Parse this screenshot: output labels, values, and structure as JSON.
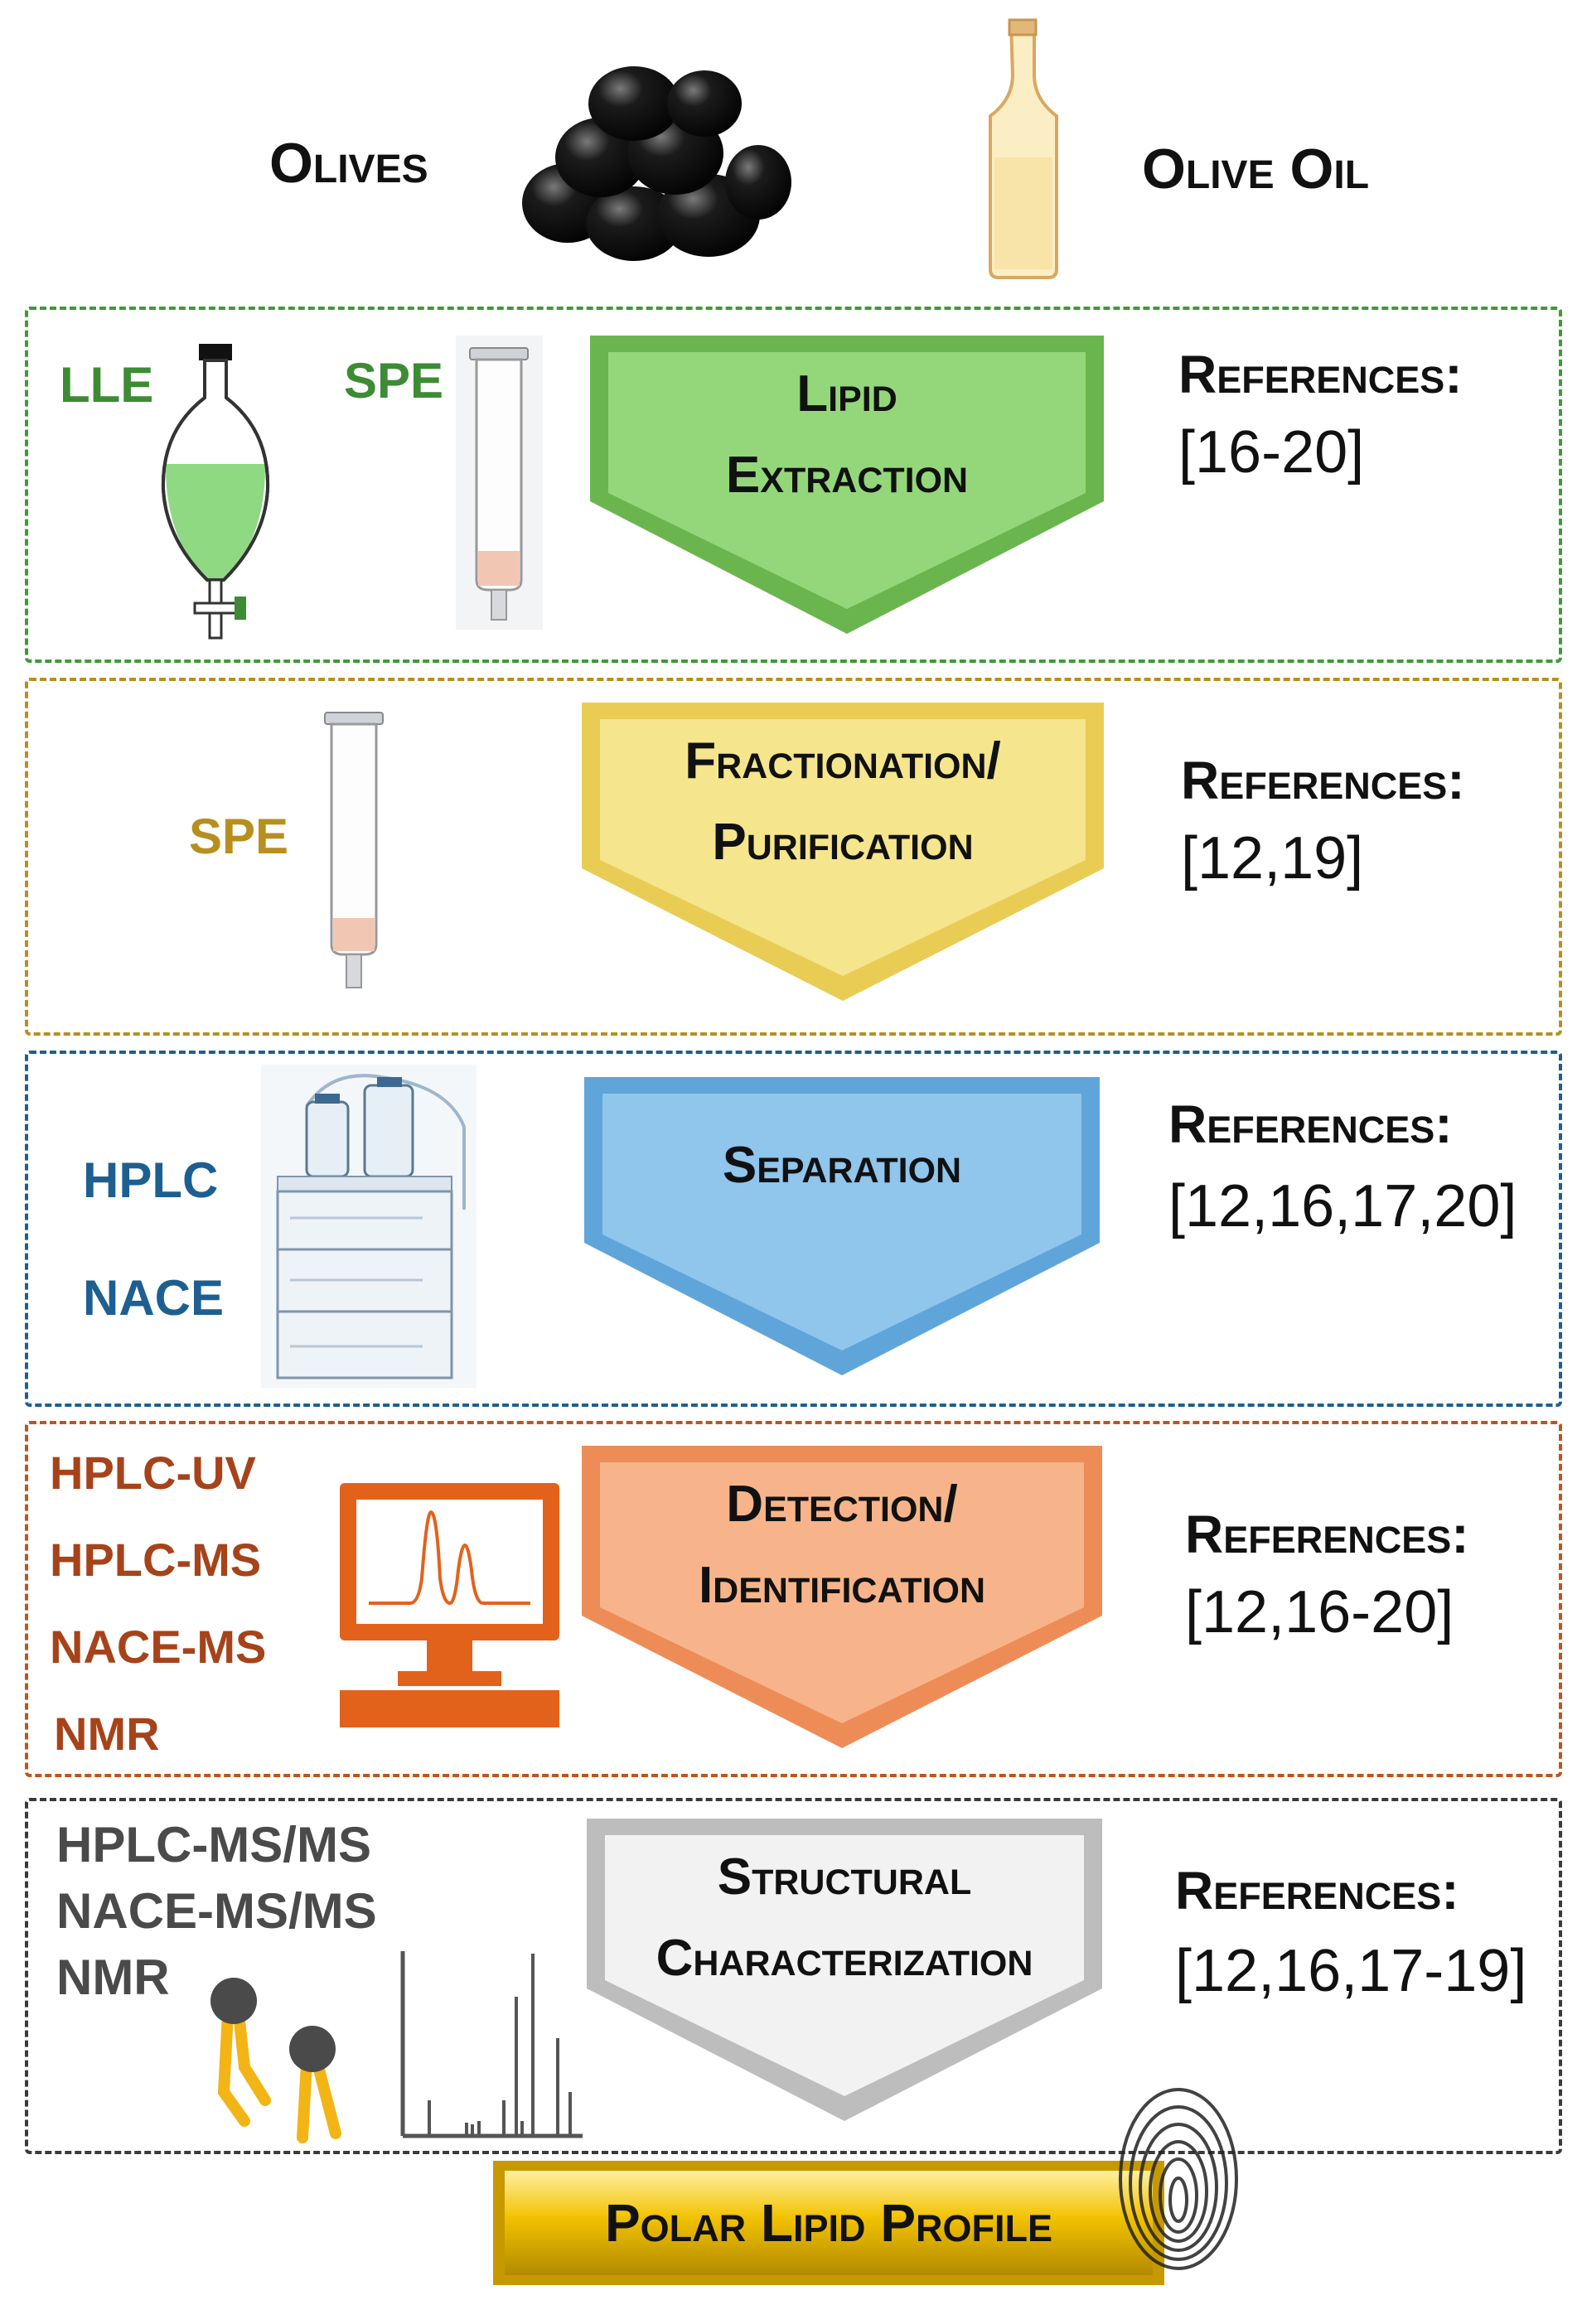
{
  "header": {
    "olives_label": "Olives",
    "olive_oil_label": "Olive Oil"
  },
  "stages": [
    {
      "id": "lipid-extraction",
      "title_lines": [
        "Lipid",
        "Extraction"
      ],
      "techniques": [
        "LLE",
        "SPE"
      ],
      "references_label": "References:",
      "references": "[16-20]",
      "color": "#3d8b34",
      "arrow_fill": "#93d77a"
    },
    {
      "id": "fractionation",
      "title_lines": [
        "Fractionation/",
        "Purification"
      ],
      "techniques": [
        "SPE"
      ],
      "references_label": "References:",
      "references": "[12,19]",
      "color": "#b78f1f",
      "arrow_fill": "#f5e58d"
    },
    {
      "id": "separation",
      "title_lines": [
        "Separation"
      ],
      "techniques": [
        "HPLC",
        "NACE"
      ],
      "references_label": "References:",
      "references": "[12,16,17,20]",
      "color": "#1d5f90",
      "arrow_fill": "#90c5ec"
    },
    {
      "id": "detection",
      "title_lines": [
        "Detection/",
        "Identification"
      ],
      "techniques": [
        "HPLC-UV",
        "HPLC-MS",
        "NACE-MS",
        "NMR"
      ],
      "references_label": "References:",
      "references": "[12,16-20]",
      "color": "#c0541a",
      "arrow_fill": "#f7b48a"
    },
    {
      "id": "structural",
      "title_lines": [
        "Structural",
        "Characterization"
      ],
      "techniques": [
        "HPLC-MS/MS",
        "NACE-MS/MS",
        "NMR"
      ],
      "references_label": "References:",
      "references": "[12,16,17-19]",
      "color": "#3a3a3a",
      "arrow_fill": "#f2f2f2"
    }
  ],
  "result": {
    "label": "Polar Lipid Profile",
    "color": "#f2c200"
  }
}
